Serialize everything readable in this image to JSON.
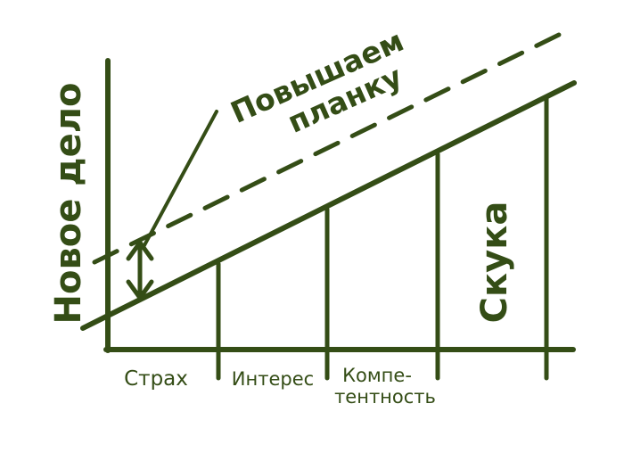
{
  "diagram": {
    "y_axis_title": "Новое дело",
    "callout": {
      "line1": "Повышаем",
      "line2": "планку"
    },
    "segments": [
      {
        "label": "Страх"
      },
      {
        "label": "Интерес"
      },
      {
        "label_line1": "Компе-",
        "label_line2": "тентность"
      },
      {
        "label": "Скука"
      }
    ],
    "ink_color": "#344d16",
    "background_color": "#ffffff"
  }
}
